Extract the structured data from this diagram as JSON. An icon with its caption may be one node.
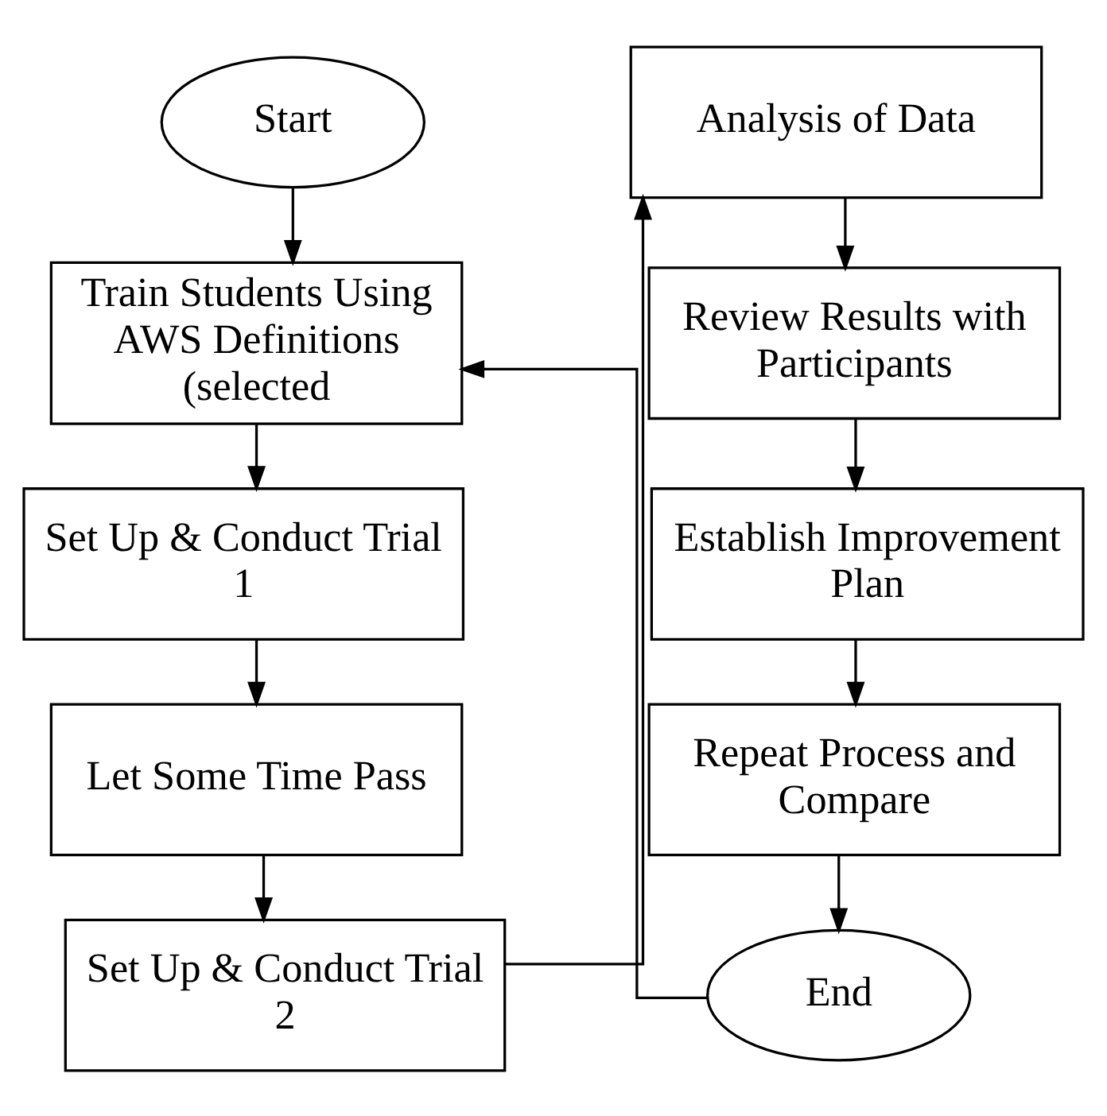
{
  "diagram": {
    "nodes": [
      {
        "text": [
          "Start"
        ]
      },
      {
        "text": [
          "Train Students Using AWS Definitions (selected"
        ]
      },
      {
        "text": [
          "Set Up & Conduct Trial 1"
        ]
      },
      {
        "text": [
          "Let Some Time Pass"
        ]
      },
      {
        "text": [
          "Set Up & Conduct Trial 2"
        ]
      },
      {
        "text": [
          "Analysis of Data"
        ]
      },
      {
        "text": [
          "Review Results with Participants"
        ]
      },
      {
        "text": [
          "Establish Improvement Plan"
        ]
      },
      {
        "text": [
          "Repeat Process and Compare"
        ]
      },
      {
        "text": [
          "End"
        ]
      }
    ],
    "edges": [
      {
        "from": 0,
        "to": 1,
        "arrow": "to"
      },
      {
        "from": 1,
        "to": 2,
        "arrow": "to"
      },
      {
        "from": 2,
        "to": 3,
        "arrow": "to"
      },
      {
        "from": 3,
        "to": 4,
        "arrow": "to"
      },
      {
        "from": 4,
        "to": 5,
        "arrow": "to"
      },
      {
        "from": 5,
        "to": 6,
        "arrow": "to"
      },
      {
        "from": 6,
        "to": 7,
        "arrow": "to"
      },
      {
        "from": 7,
        "to": 8,
        "arrow": "to"
      },
      {
        "from": 8,
        "to": 9,
        "arrow": "to"
      },
      {
        "from": 9,
        "to": 1,
        "arrow": "to"
      }
    ]
  }
}
